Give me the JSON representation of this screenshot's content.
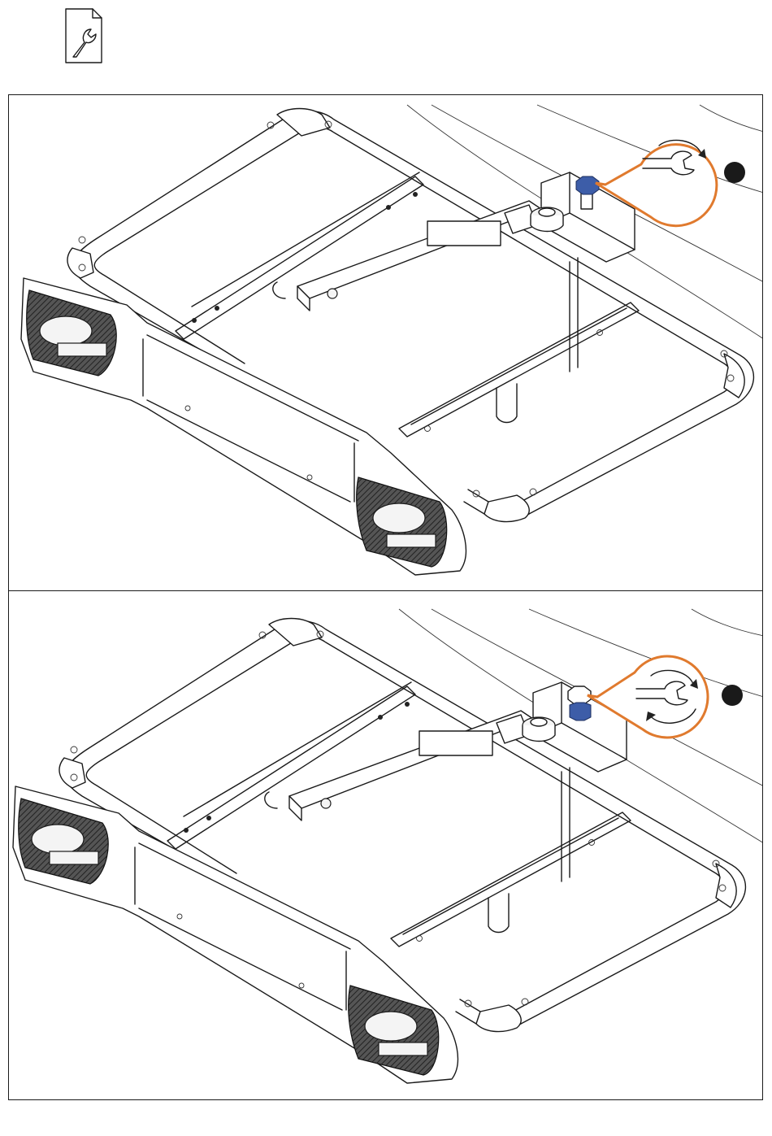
{
  "page": {
    "header_icon": "wrench-document-icon"
  },
  "steps": [
    {
      "id": "step-1",
      "illustration": "rack-frame-tighten-knob",
      "callout_icon": "wrench-clockwise-icon",
      "hardware_highlight": "blue-hex-bolt-cap",
      "marker": "filled-dot"
    },
    {
      "id": "step-2",
      "illustration": "rack-frame-tighten-nut",
      "callout_icon": "wrench-clockwise-counterclockwise-icon",
      "hardware_highlight": "blue-hex-nut",
      "marker": "filled-dot"
    }
  ],
  "colors": {
    "callout_border": "#e07a2e",
    "highlight": "#3d5da8",
    "line": "#1a1a1a"
  }
}
